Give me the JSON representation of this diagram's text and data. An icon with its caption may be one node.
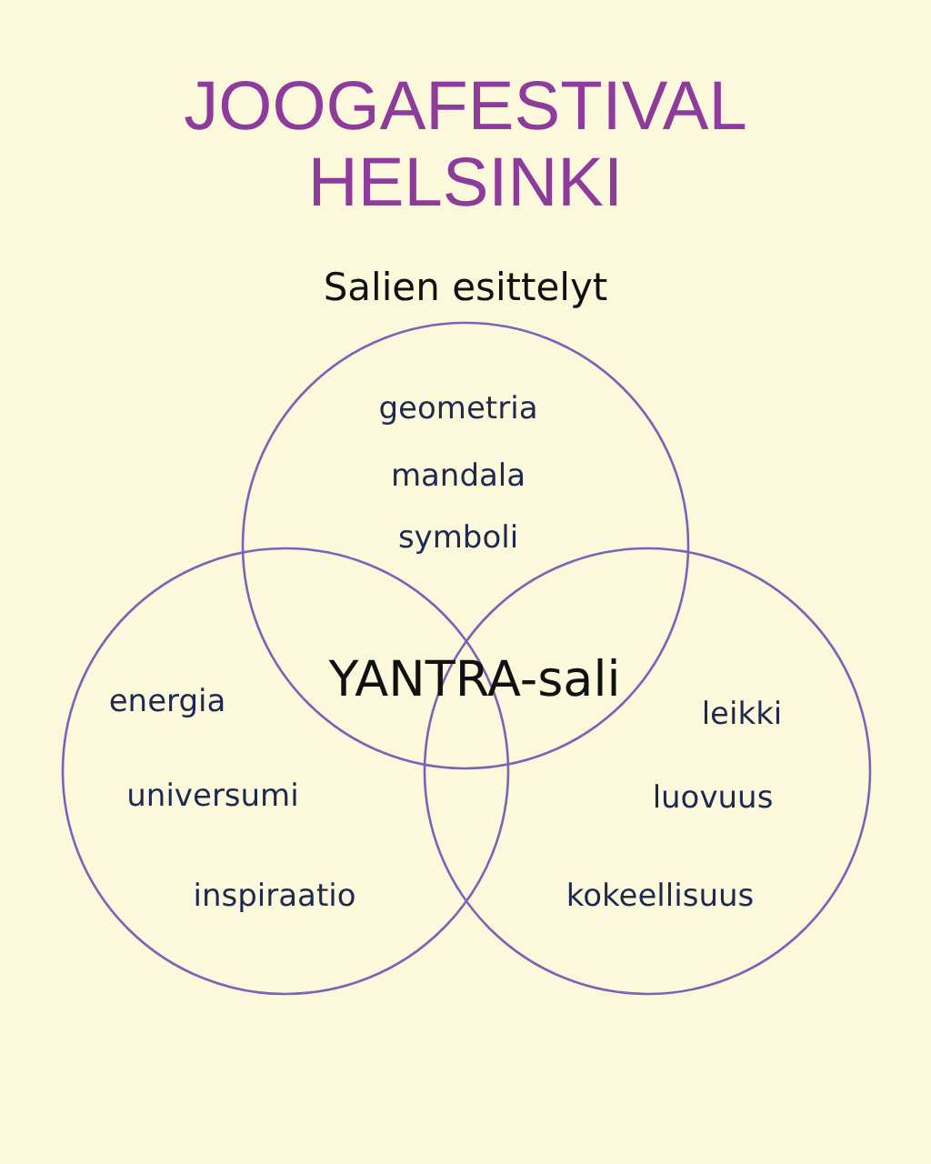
{
  "diagram": {
    "title": "JOOGAFESTIVAL HELSINKI",
    "nodes": [
      {
        "text": [
          "geometria",
          "mandala",
          "symboli"
        ]
      },
      {
        "text": [
          "energia",
          "universumi",
          "inspiraatio"
        ]
      },
      {
        "text": [
          "leikki",
          "luovuus",
          "kokeellisuus"
        ]
      }
    ],
    "edges": [],
    "labels": [
      "Salien esittelyt",
      "YANTRA-sali"
    ]
  }
}
